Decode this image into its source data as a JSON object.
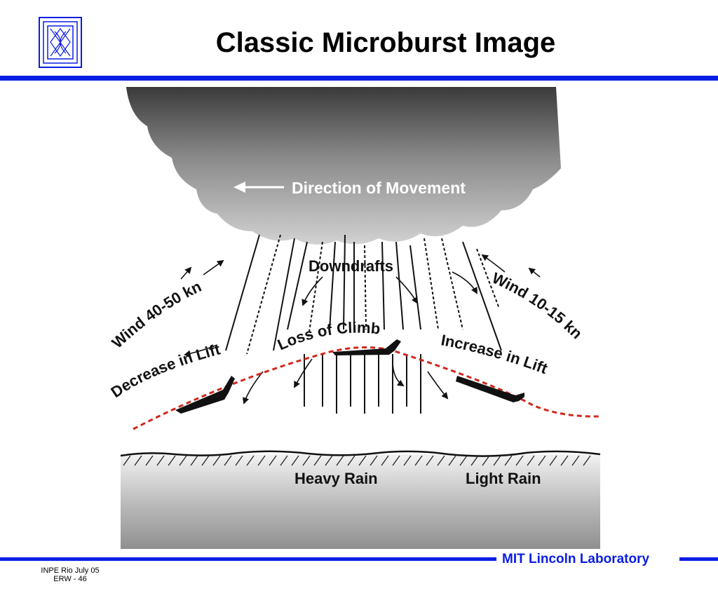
{
  "slide": {
    "title": "Classic Microburst Image",
    "footer_lab": "MIT Lincoln Laboratory",
    "footer_event": "INPE Rio  July 05",
    "footer_page": "ERW - 46"
  },
  "diagram": {
    "direction_of_movement": "Direction of Movement",
    "downdrafts": "Downdrafts",
    "loss_of_climb": "Loss of Climb",
    "wind_left": "Wind 40-50 kn",
    "wind_right": "Wind 10-15 kn",
    "decrease_in_lift": "Decrease in Lift",
    "increase_in_lift": "Increase in Lift",
    "heavy_rain": "Heavy Rain",
    "light_rain": "Light Rain"
  },
  "colors": {
    "accent_blue": "#0a1de3",
    "flight_path_red": "#d0281c"
  }
}
